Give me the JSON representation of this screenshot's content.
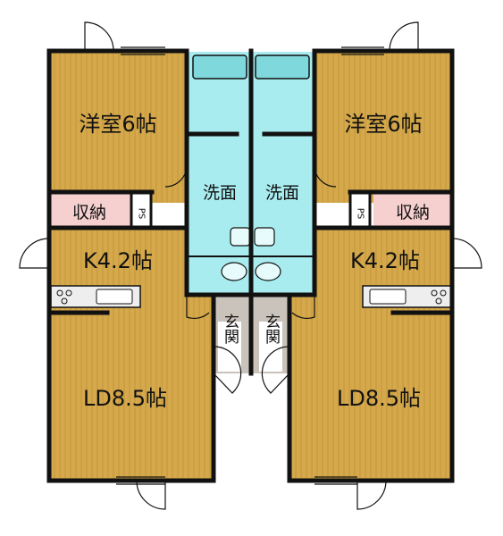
{
  "colors": {
    "floor": "#d4a84b",
    "floor_stripe": "#c29638",
    "wet": "#a8ecef",
    "storage": "#f6cfcf",
    "genkan": "#c9c3bb",
    "wall": "#111111"
  },
  "rooms": {
    "left_bedroom": "洋室6帖",
    "right_bedroom": "洋室6帖",
    "left_storage": "収納",
    "right_storage": "収納",
    "left_ps": "PS",
    "right_ps": "PS",
    "left_kitchen": "K4.2帖",
    "right_kitchen": "K4.2帖",
    "left_ld": "LD8.5帖",
    "right_ld": "LD8.5帖",
    "left_wash": "洗面",
    "right_wash": "洗面",
    "left_genkan": "玄関",
    "right_genkan": "玄関"
  }
}
